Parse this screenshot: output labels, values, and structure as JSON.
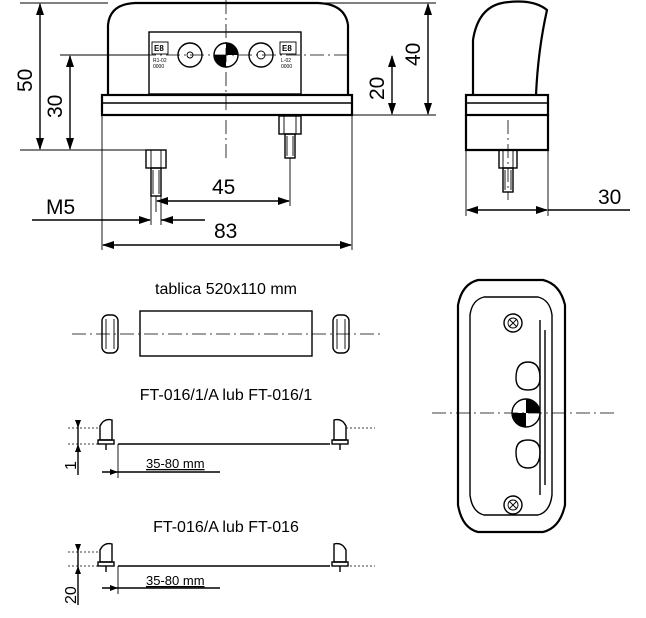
{
  "dimensions": {
    "height_total": "50",
    "height_body": "30",
    "height_lens": "20",
    "height_cap": "40",
    "bolt_spacing": "45",
    "thread": "M5",
    "width_total": "83",
    "depth": "30"
  },
  "badges": {
    "left_mark": "E8",
    "left_code_1": "R1-02",
    "left_code_2": "0000",
    "right_mark": "E8",
    "right_code_1": "L-02",
    "right_code_2": "0000"
  },
  "captions": {
    "plate": "tablica 520x110 mm",
    "variant_1": "FT-016/1/A lub FT-016/1",
    "variant_2": "FT-016/A lub FT-016",
    "offset_label": "35-80 mm",
    "offset_label_2": "35-80 mm",
    "variant_1_height": "1",
    "variant_2_height": "20"
  }
}
